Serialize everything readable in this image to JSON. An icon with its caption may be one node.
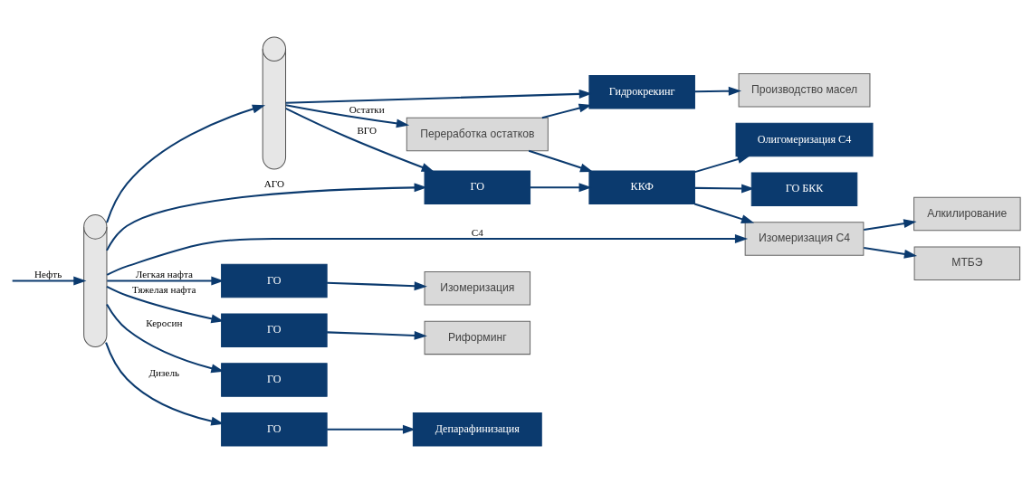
{
  "diagram": {
    "nodes": [
      {
        "text": [],
        "shape": "cylinder"
      },
      {
        "text": [],
        "shape": "cylinder"
      },
      {
        "text": [
          "ГО"
        ]
      },
      {
        "text": [
          "ГО"
        ]
      },
      {
        "text": [
          "ГО"
        ]
      },
      {
        "text": [
          "ГО"
        ]
      },
      {
        "text": [
          "ГО"
        ]
      },
      {
        "text": [
          "Изомеризация"
        ]
      },
      {
        "text": [
          "Риформинг"
        ]
      },
      {
        "text": [
          "Депарафинизация"
        ]
      },
      {
        "text": [
          "ККФ"
        ]
      },
      {
        "text": [
          "ГО БКК"
        ]
      },
      {
        "text": [
          "Гидрокрекинг"
        ]
      },
      {
        "text": [
          "Переработка остатков"
        ]
      },
      {
        "text": [
          "Изомеризация C4"
        ]
      },
      {
        "text": [
          "Олигомеризация C4"
        ]
      },
      {
        "text": [
          "Алкилирование"
        ]
      },
      {
        "text": [
          "МТБЭ"
        ]
      },
      {
        "text": [
          "Производство масел"
        ]
      }
    ],
    "edges": [
      {
        "from": null,
        "to": 0,
        "arrow": "to",
        "label": "Нефть"
      },
      {
        "from": 0,
        "to": 14,
        "arrow": "to",
        "label": "C4"
      },
      {
        "from": 0,
        "to": 2,
        "arrow": "to",
        "label": "Легкая нафта"
      },
      {
        "from": 0,
        "to": 3,
        "arrow": "to",
        "label": "Тяжелая нафта"
      },
      {
        "from": 0,
        "to": 4,
        "arrow": "to",
        "label": "Керосин"
      },
      {
        "from": 0,
        "to": 5,
        "arrow": "to",
        "label": "Дизель"
      },
      {
        "from": 0,
        "to": 6,
        "arrow": "to",
        "label": "АГО"
      },
      {
        "from": 0,
        "to": 1,
        "arrow": "to"
      },
      {
        "from": 1,
        "to": 6,
        "arrow": "to",
        "label": "ВГО"
      },
      {
        "from": 1,
        "to": 12,
        "arrow": "to"
      },
      {
        "from": 1,
        "to": 13,
        "arrow": "to",
        "label": "Остатки"
      },
      {
        "from": 2,
        "to": 7,
        "arrow": "to"
      },
      {
        "from": 3,
        "to": 8,
        "arrow": "to"
      },
      {
        "from": 5,
        "to": 9,
        "arrow": "to"
      },
      {
        "from": 6,
        "to": 10,
        "arrow": "to"
      },
      {
        "from": 10,
        "to": 11,
        "arrow": "to"
      },
      {
        "from": 10,
        "to": 14,
        "arrow": "to"
      },
      {
        "from": 10,
        "to": 15,
        "arrow": "to"
      },
      {
        "from": 13,
        "to": 12,
        "arrow": "to"
      },
      {
        "from": 13,
        "to": 10,
        "arrow": "to"
      },
      {
        "from": 12,
        "to": 18,
        "arrow": "to"
      },
      {
        "from": 14,
        "to": 16,
        "arrow": "to"
      },
      {
        "from": 14,
        "to": 17,
        "arrow": "to"
      }
    ]
  }
}
